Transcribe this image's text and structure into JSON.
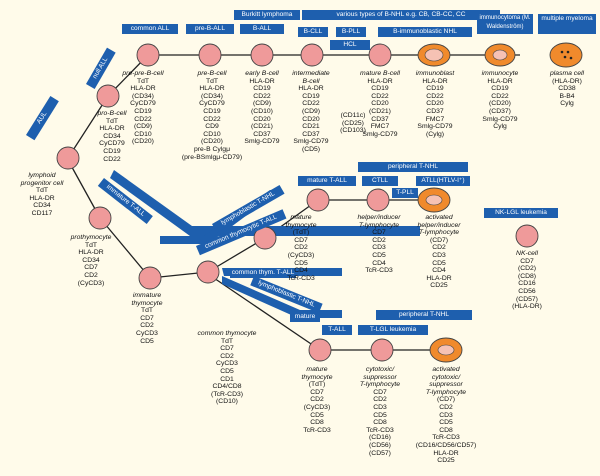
{
  "bands": {
    "burkitt": "Burkitt lymphoma",
    "bnhl": "various types of B-NHL e.g. CB, CB-CC, CC",
    "immunocytoma": "immunocytoma (M. Waldenström)",
    "myeloma": "multiple myeloma",
    "common_all": "common ALL",
    "pre_b_all": "pre-B-ALL",
    "b_all": "B-ALL",
    "b_cll": "B-CLL",
    "b_pll": "B-PLL",
    "hcl": "HCL",
    "b_immuno": "B-immunoblastic NHL",
    "null_all": "null ALL",
    "aul": "AUL",
    "mature_tall": "mature T-ALL",
    "peripheral_tnhl_top": "peripheral T-NHL",
    "ctll": "CTLL",
    "tpll": "T-PLL",
    "atll": "ATLL(HTLV-I⁺)",
    "lymphoblastic_tnhl_1": "lymphoblastic T-NHL",
    "common_thymocytic_tall": "common thymocytic T-ALL",
    "immature_tall": "immature T-ALL",
    "nk_lgl": "NK-LGL leukemia",
    "common_thym_tall": "common thym. T-ALL",
    "lymphoblastic_tnhl_2": "lymphoblastic T-NHL",
    "mature_2": "mature",
    "peripheral_tnhl_low": "peripheral T-NHL",
    "t_all": "T-ALL",
    "t_lgl": "T-LGL leukemia"
  },
  "cells": {
    "lymphoid": {
      "title": "lymphoid\nprogenitor cell",
      "markers": "TdT\nHLA-DR\nCD34\nCD117"
    },
    "pro_b": {
      "title": "pro-B-cell",
      "markers": "TdT\nHLA-DR\nCD34\nCyCD79\nCD19\nCD22"
    },
    "pre_pre_b": {
      "title": "pre-pre-B-cell",
      "markers": "TdT\nHLA-DR\n(CD34)\nCyCD79\nCD19\nCD22\n(CD9)\nCD10\n(CD20)"
    },
    "pre_b": {
      "title": "pre-B-cell",
      "markers": "TdT\nHLA-DR\n(CD34)\nCyCD79\nCD19\nCD22\nCD9\nCD10\n(CD20)\npre-B Cylgμ\n(pre-BSmlgμ-CD79)"
    },
    "early_b": {
      "title": "early B-cell",
      "markers": "HLA-DR\nCD19\nCD22\n(CD9)\n(CD10)\nCD20\n(CD21)\nCD37\nSmlg-CD79"
    },
    "intermediate_b": {
      "title": "intermediate\nB-cell",
      "markers": "HLA-DR\nCD19\nCD22\n(CD9)\nCD20\nCD21\nCD37\nSmlg-CD79\n(CD5)"
    },
    "intermediate_b_extra": {
      "markers": "(CD11c)\n(CD25)\n(CD103)"
    },
    "mature_b": {
      "title": "mature B-cell",
      "markers": "HLA-DR\nCD19\nCD22\nCD20\n(CD21)\nCD37\nFMC7\nSmlg-CD79"
    },
    "immunoblast": {
      "title": "immunoblast",
      "markers": "HLA-DR\nCD19\nCD22\nCD20\nCD37\nFMC7\nSmlg-CD79\n(Cylg)"
    },
    "immunocyte": {
      "title": "immunocyte",
      "markers": "HLA-DR\nCD19\nCD22\n(CD20)\n(CD37)\nSmlg-CD79\nCylg"
    },
    "plasma": {
      "title": "plasma cell",
      "markers": "(HLA-DR)\nCD38\nB-B4\nCylg"
    },
    "prothymocyte": {
      "title": "prothymocyte",
      "markers": "TdT\nHLA-DR\nCD34\nCD7\nCD2\n(CyCD3)"
    },
    "immature_thymocyte": {
      "title": "immature\nthymocyte",
      "markers": "TdT\nCD7\nCD2\nCyCD3\nCD5"
    },
    "common_thymocyte": {
      "title": "common thymocyte",
      "markers": "TdT\nCD7\nCD2\nCyCD3\nCD5\nCD1\nCD4/CD8\n(TcR-CD3)\n(CD10)"
    },
    "mature_thymocyte_1": {
      "title": "mature\nthymocyte",
      "markers": "(TdT)\nCD7\nCD2\n(CyCD3)\nCD5\nCD4\nTcR-CD3"
    },
    "helper_inducer": {
      "title": "helper/inducer\nT-lymphocyte",
      "markers": "CD7\nCD2\nCD3\nCD5\nCD4\nTcR-CD3"
    },
    "activated_helper": {
      "title": "activated\nhelper/inducer\nT-lymphocyte",
      "markers": "(CD7)\nCD2\nCD3\nCD5\nCD4\nHLA-DR\nCD25"
    },
    "nk_cell": {
      "title": "NK-cell",
      "markers": "CD7\n(CD2)\n(CD8)\nCD16\nCD56\n(CD57)\n(HLA-DR)"
    },
    "mature_thymocyte_2": {
      "title": "mature\nthymocyte",
      "markers": "(TdT)\nCD7\nCD2\n(CyCD3)\nCD5\nCD8\nTcR-CD3"
    },
    "cytotoxic": {
      "title": "cytotoxic/\nsuppressor\nT-lymphocyte",
      "markers": "CD7\nCD2\nCD3\nCD5\nCD8\nTcR-CD3\n(CD16)\n(CD56)\n(CD57)"
    },
    "activated_cytotoxic": {
      "title": "activated\ncytotoxic/\nsuppressor\nT-lymphocyte",
      "markers": "(CD7)\nCD2\nCD3\nCD5\nCD8\nTcR-CD3\n(CD16/CD56/CD57)\nHLA-DR\nCD25"
    }
  }
}
